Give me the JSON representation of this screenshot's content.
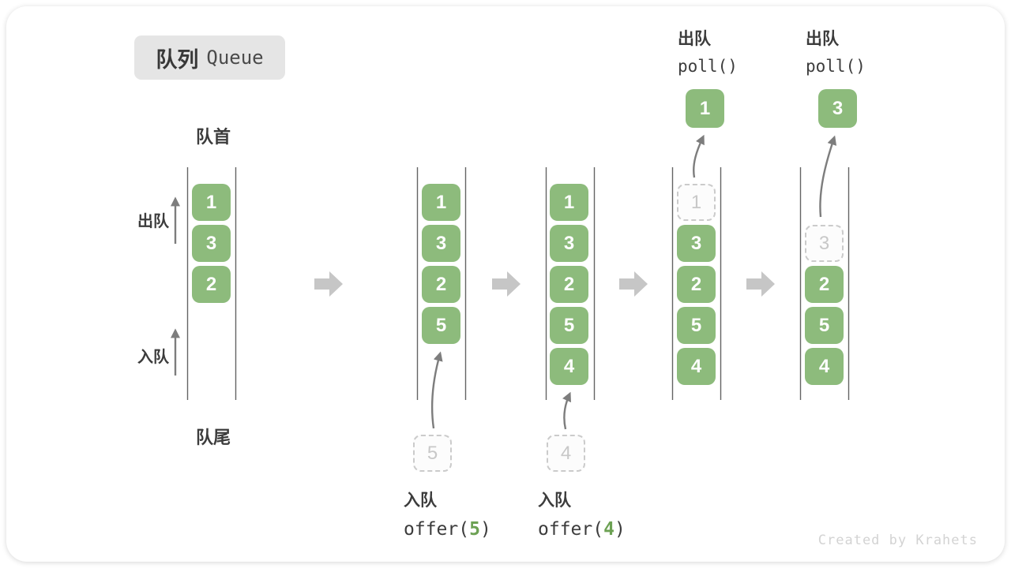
{
  "title": {
    "zh": "队列",
    "en": "Queue"
  },
  "labels": {
    "front": "队首",
    "rear": "队尾",
    "dequeue_side": "出队",
    "enqueue_side": "入队"
  },
  "watermark": "Created by Krahets",
  "colors": {
    "box_green": "#8dbb7c",
    "code_green": "#6ca153",
    "dashed_gray": "#cbcbcb",
    "block_arrow_gray": "#c6c6c6",
    "thin_arrow_gray": "#7d7d7d",
    "text_dark": "#3c3c3c",
    "watermark_gray": "#d3d3d3"
  },
  "poll_labels": [
    {
      "zh": "出队",
      "code": "poll()"
    },
    {
      "zh": "出队",
      "code": "poll()"
    }
  ],
  "offer_labels": [
    {
      "zh": "入队",
      "fn": "offer(",
      "arg": "5",
      "close": ")"
    },
    {
      "zh": "入队",
      "fn": "offer(",
      "arg": "4",
      "close": ")"
    }
  ],
  "columns": [
    {
      "boxes": [
        {
          "value": "1"
        },
        {
          "value": "3"
        },
        {
          "value": "2"
        }
      ]
    },
    {
      "boxes": [
        {
          "value": "1"
        },
        {
          "value": "3"
        },
        {
          "value": "2"
        },
        {
          "value": "5"
        }
      ],
      "incoming": {
        "value": "5"
      }
    },
    {
      "boxes": [
        {
          "value": "1"
        },
        {
          "value": "3"
        },
        {
          "value": "2"
        },
        {
          "value": "5"
        },
        {
          "value": "4"
        }
      ],
      "incoming": {
        "value": "4"
      }
    },
    {
      "removed": {
        "value": "1"
      },
      "boxes": [
        {
          "value": "3"
        },
        {
          "value": "2"
        },
        {
          "value": "5"
        },
        {
          "value": "4"
        }
      ],
      "polled": {
        "value": "1"
      }
    },
    {
      "removed": {
        "value": "3"
      },
      "boxes": [
        {
          "value": "2"
        },
        {
          "value": "5"
        },
        {
          "value": "4"
        }
      ],
      "polled": {
        "value": "3"
      }
    }
  ]
}
